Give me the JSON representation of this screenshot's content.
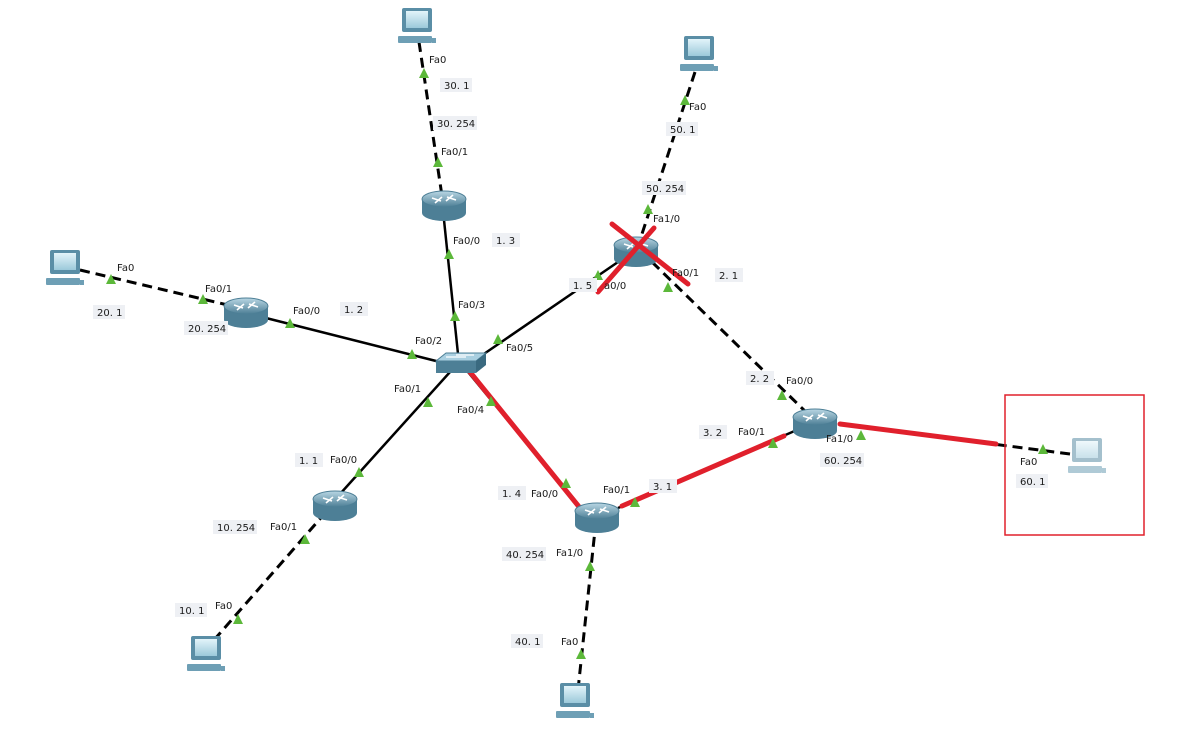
{
  "colors": {
    "link": "#000000",
    "highlight": "#e0202c",
    "port_up": "#5cb83a",
    "device": "#5a8ea6",
    "pc_screen": "#cfe9f3"
  },
  "devices": [
    {
      "id": "pc30",
      "type": "pc"
    },
    {
      "id": "pc50",
      "type": "pc"
    },
    {
      "id": "pc20",
      "type": "pc"
    },
    {
      "id": "pc60",
      "type": "pc",
      "faded": true
    },
    {
      "id": "pc10",
      "type": "pc"
    },
    {
      "id": "pc40",
      "type": "pc"
    },
    {
      "id": "r_top",
      "type": "router"
    },
    {
      "id": "r_left",
      "type": "router"
    },
    {
      "id": "r_right",
      "type": "router",
      "crossed": true
    },
    {
      "id": "r_east",
      "type": "router"
    },
    {
      "id": "r_sw",
      "type": "router"
    },
    {
      "id": "r_south",
      "type": "router"
    },
    {
      "id": "sw",
      "type": "switch"
    }
  ],
  "links": [
    {
      "a": "pc30",
      "b": "r_top",
      "style": "dashed"
    },
    {
      "a": "pc50",
      "b": "r_right",
      "style": "dashed"
    },
    {
      "a": "pc20",
      "b": "r_left",
      "style": "dashed"
    },
    {
      "a": "pc10",
      "b": "r_sw",
      "style": "dashed"
    },
    {
      "a": "pc40",
      "b": "r_south",
      "style": "dashed"
    },
    {
      "a": "r_right",
      "b": "r_east",
      "style": "dashed"
    },
    {
      "a": "r_east",
      "b": "pc60",
      "style": "dashed",
      "highlight": true
    },
    {
      "a": "r_top",
      "b": "sw",
      "style": "solid"
    },
    {
      "a": "r_left",
      "b": "sw",
      "style": "solid"
    },
    {
      "a": "r_right",
      "b": "sw",
      "style": "solid"
    },
    {
      "a": "r_sw",
      "b": "sw",
      "style": "solid"
    },
    {
      "a": "sw",
      "b": "r_south",
      "style": "solid",
      "highlight": true
    },
    {
      "a": "r_south",
      "b": "r_east",
      "style": "solid",
      "highlight": true
    }
  ],
  "port_labels": [
    "Fa0",
    "Fa0/1",
    "Fa0/0",
    "Fa0/3",
    "Fa0",
    "Fa1/0",
    "a0/0",
    "Fa0/1",
    "Fa0",
    "Fa0/1",
    "Fa0/0",
    "Fa0/2",
    "Fa0/5",
    "Fa0/1",
    "Fa0/4",
    "Fa0/0",
    "Fa0/0",
    "Fa0/1",
    "Fa1/0",
    "Fa0",
    "Fa0/0",
    "Fa0/1",
    "Fa1/0",
    "Fa0",
    "Fa0/1",
    "Fa0"
  ],
  "ip_labels": [
    "30. 1",
    "30. 254",
    "1. 3",
    "50. 1",
    "50. 254",
    "1. 5",
    "2. 1",
    "20. 1",
    "20. 254",
    "1. 2",
    "2. 2",
    "3. 2",
    "60. 254",
    "60. 1",
    "1. 1",
    "10. 254",
    "10. 1",
    "1. 4",
    "3. 1",
    "40. 254",
    "40. 1"
  ]
}
